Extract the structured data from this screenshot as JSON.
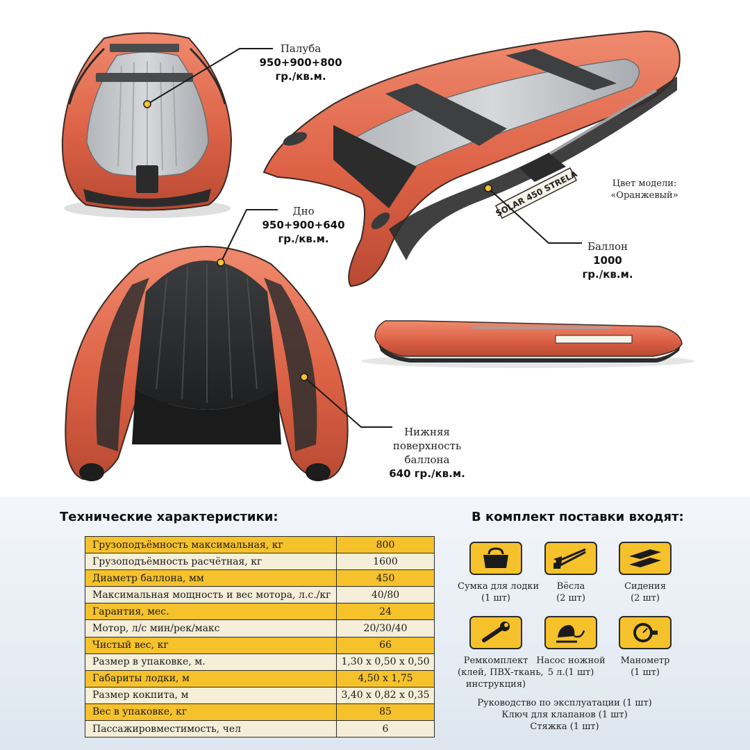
{
  "labels": {
    "deck": {
      "name": "Палуба",
      "value": "950+900+800",
      "unit": "гр./кв.м."
    },
    "bottom": {
      "name": "Дно",
      "value": "950+900+640",
      "unit": "гр./кв.м."
    },
    "color": {
      "line1": "Цвет модели:",
      "line2": "«Оранжевый»"
    },
    "tube": {
      "name": "Баллон",
      "value": "1000",
      "unit": "гр./кв.м."
    },
    "underside": {
      "line1": "Нижняя",
      "line2": "поверхность",
      "line3": "баллона",
      "value": "640 гр./кв.м."
    }
  },
  "boat_text": {
    "brand": "SOLAR",
    "size": "450",
    "model": "STRELA"
  },
  "specs": {
    "title": "Технические характеристики:",
    "rows": [
      {
        "label": "Грузоподъёмность максимальная, кг",
        "value": "800"
      },
      {
        "label": "Грузоподъёмность расчётная, кг",
        "value": "1600"
      },
      {
        "label": "Диаметр баллона, мм",
        "value": "450"
      },
      {
        "label": "Максимальная мощность и вес мотора, л.с./кг",
        "value": "40/80"
      },
      {
        "label": "Гарантия, мес.",
        "value": "24"
      },
      {
        "label": "Мотор, л/с мин/рек/макс",
        "value": "20/30/40"
      },
      {
        "label": "Чистый вес, кг",
        "value": "66"
      },
      {
        "label": "Размер в упаковке, м.",
        "value": "1,30 х 0,50 х 0,50"
      },
      {
        "label": "Габариты лодки, м",
        "value": "4,50 х 1,75"
      },
      {
        "label": "Размер кокпита, м",
        "value": "3,40 х 0,82 х 0,35"
      },
      {
        "label": "Вес в упаковке, кг",
        "value": "85"
      },
      {
        "label": "Пассажировместимость, чел",
        "value": "6"
      }
    ]
  },
  "kit": {
    "title": "В комплект поставки входят:",
    "items": [
      {
        "icon": "bag-icon",
        "line1": "Сумка для лодки",
        "line2": "(1 шт)",
        "line3": ""
      },
      {
        "icon": "oars-icon",
        "line1": "Вёсла",
        "line2": "(2 шт)",
        "line3": ""
      },
      {
        "icon": "seats-icon",
        "line1": "Сидения",
        "line2": "(2 шт)",
        "line3": ""
      },
      {
        "icon": "wrench-icon",
        "line1": "Ремкомплект",
        "line2": "(клей, ПВХ-ткань,",
        "line3": "инструкция)"
      },
      {
        "icon": "foot-pump-icon",
        "line1": "Насос ножной",
        "line2": "5 л.(1 шт)",
        "line3": ""
      },
      {
        "icon": "manometer-icon",
        "line1": "Манометр",
        "line2": "(1 шт)",
        "line3": ""
      }
    ],
    "extras": [
      "Руководство по эксплуатации (1 шт)",
      "Ключ для клапанов (1 шт)",
      "Стяжка (1 шт)"
    ]
  },
  "colors": {
    "accent": "#f6c22c",
    "boat": "#e0664a",
    "row_alt": "#f5eed8"
  }
}
